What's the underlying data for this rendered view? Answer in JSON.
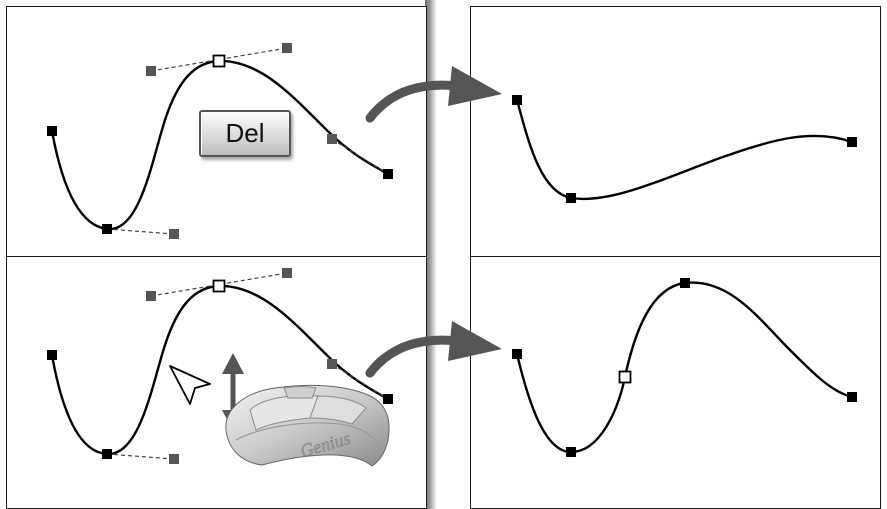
{
  "left_panel_top": {
    "delete_key_label": "Del"
  },
  "left_panel_bottom": {
    "mouse_brand": "Genius"
  },
  "icons": [
    "delete-key",
    "arrow-cursor-icon",
    "vertical-double-arrow-icon",
    "mouse-icon",
    "curved-arrow-icon"
  ],
  "colors": {
    "curve": "#000000",
    "handle_line": "#444444",
    "handle_point": "#555555",
    "anchor": "#000000",
    "arrow": "#555555",
    "panel_border": "#1a1a1a"
  }
}
